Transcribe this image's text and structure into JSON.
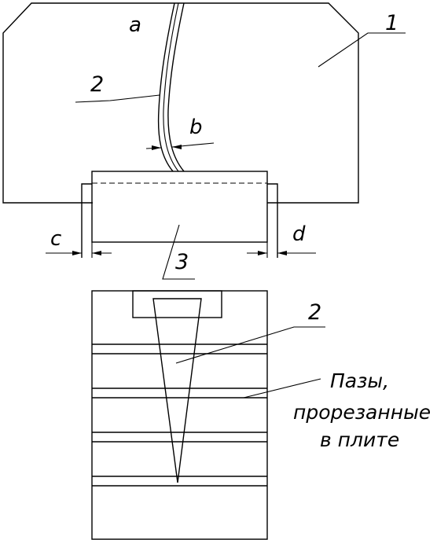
{
  "labels": {
    "a": "a",
    "b": "b",
    "c": "c",
    "d": "d",
    "part_1": "1",
    "part_2_top": "2",
    "part_3": "3",
    "part_2_bottom": "2"
  },
  "note_lines": [
    "Пазы,",
    "прорезанные",
    "в плите"
  ],
  "colors": {
    "line": "#000000",
    "background": "#ffffff"
  }
}
